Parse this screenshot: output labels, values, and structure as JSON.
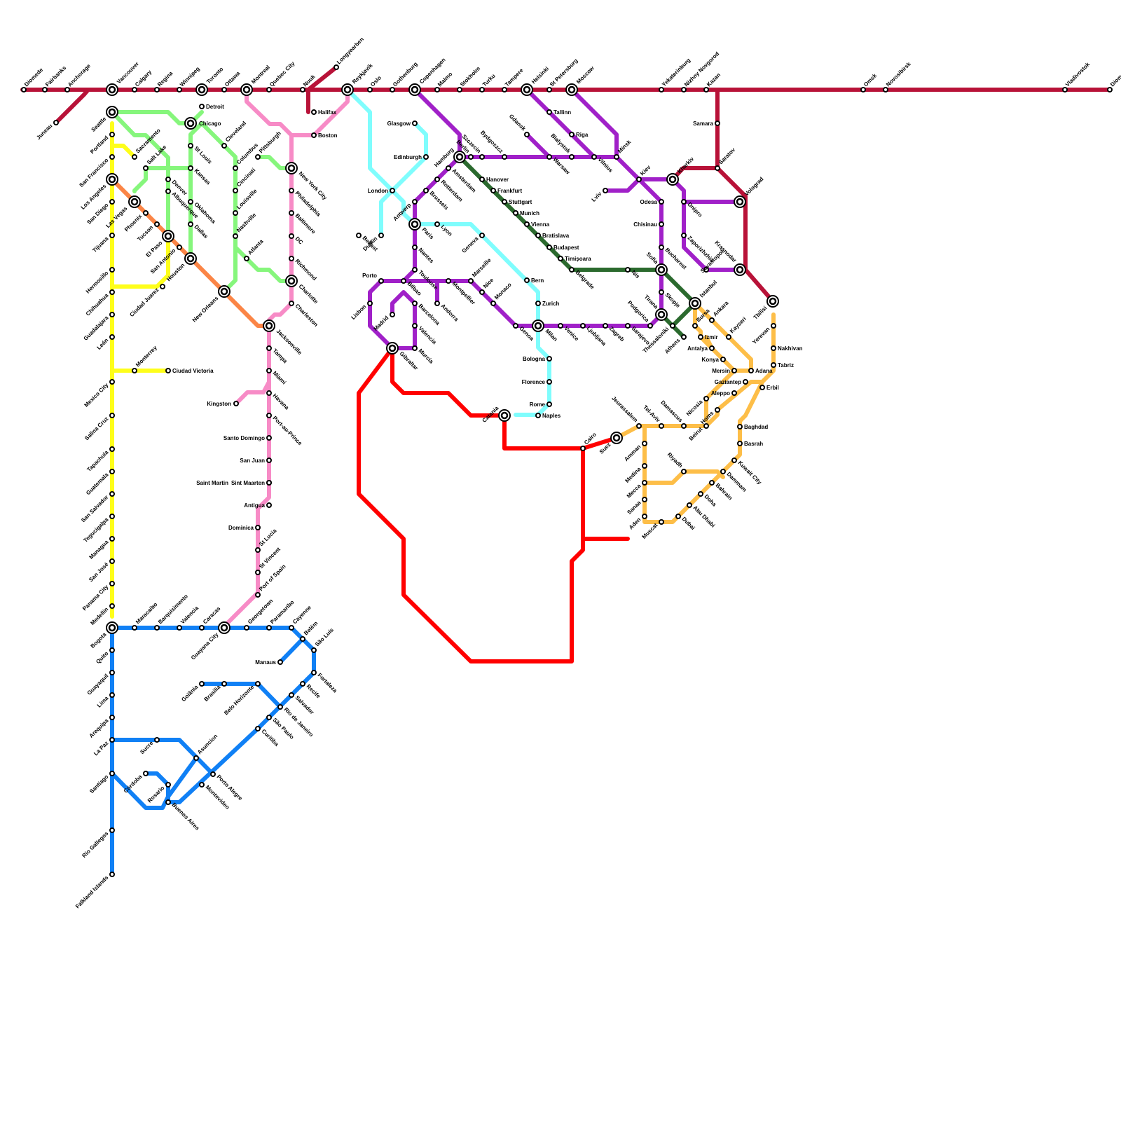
{
  "colors": {
    "crimson": "#b81238",
    "pink": "#f78bc6",
    "cyan": "#7ffdfd",
    "purple": "#a020c8",
    "darkgreen": "#2b6a2e",
    "lightgreen": "#86f67c",
    "yellow": "#fefe1a",
    "orange": "#fb8546",
    "blue": "#1080f5",
    "red": "#ff0000",
    "amber": "#fdbe48"
  },
  "stations": {
    "diomede": "Diomede",
    "fairbanks": "Fairbanks",
    "anchorage": "Anchorage",
    "juneau": "Juneau",
    "vancouver": "Vancouver",
    "calgary": "Calgary",
    "regina": "Regina",
    "winnipeg": "Winnipeg",
    "toronto": "Toronto",
    "ottawa": "Ottawa",
    "montreal": "Montreal",
    "quebec": "Quebec City",
    "nuuk": "Nuuk",
    "longyearben": "Longyearben",
    "reykjavik": "Reykjavik",
    "halifax": "Halifax",
    "oslo": "Oslo",
    "gothenburg": "Gothenburg",
    "copenhagen": "Copenhagen",
    "malmo": "Malmo",
    "stokholm": "Stokholm",
    "turku": "Turku",
    "tampere": "Tampere",
    "helsinki": "Helsinki",
    "stpetersburg": "St Petersburg",
    "moscow": "Moscow",
    "yekaterinburg": "Yekaterinburg",
    "nizhny": "Nizhny Novgorod",
    "kazan": "Kazan",
    "omsk": "Omsk",
    "novosibirsk": "Novosibirsk",
    "vladivostok": "Vladivostok",
    "diomede_east": "Diomede",
    "seattle": "Seattle",
    "portland": "Portland",
    "sanfrancisco": "San Francisco",
    "losangeles": "Los Angeles",
    "sandiego": "San Diego",
    "tijuana": "Tijuana",
    "hermosillo": "Hermosillo",
    "chihuahua": "Chihuahua",
    "guadalajara": "Guadalajara",
    "leon": "León",
    "mexicocity": "Mexico City",
    "salinacruz": "Salina Cruz",
    "tapachula": "Tapachula",
    "guatemala": "Guatemala",
    "sansalvador": "San Salvador",
    "tegucigalpa": "Tegucigalpa",
    "managua": "Managua",
    "sanjose": "San José",
    "panamacity": "Panama City",
    "medellin": "Medellin",
    "bogota": "Bogota",
    "sacramento": "Sacramento",
    "saltlake": "Salt Lake",
    "lasvegas": "Las Vegas",
    "phoenix": "Phoenix",
    "tucson": "Tucson",
    "elpaso": "El Paso",
    "sanantonio": "San Antonio",
    "houston": "Houston",
    "neworleans": "New Orleans",
    "ciudadjuarez": "Ciudad Juarez",
    "monterrey": "Monterrey",
    "ciudadvictoria": "Ciudad Victoria",
    "denver": "Denver",
    "albuquerque": "Albuquerque",
    "chicago": "Chicago",
    "detroit": "Detroit",
    "stlouis": "St Louis",
    "kansas": "Kansas",
    "oklahoma": "Oklahoma",
    "dallas": "Dallas",
    "cleveland": "Cleveland",
    "columbus": "Columbus",
    "pittsburgh": "Pittsburgh",
    "cincinati": "Cincinati",
    "louisville": "Louisville",
    "nashville": "Nashville",
    "atlanta": "Atlanta",
    "charlotte": "Charlotte",
    "richmond": "Richmond",
    "dc": "DC",
    "baltimore": "Baltimore",
    "philadelphia": "Philadelphia",
    "newyork": "New York City",
    "boston": "Boston",
    "charleston": "Charleston",
    "jacksonville": "Jacksonville",
    "tampa": "Tampa",
    "miami": "Miami",
    "havana": "Havana",
    "kingston": "Kingston",
    "portauprince": "Port-au-Prince",
    "santodomingo": "Santo Domingo",
    "sanjuan": "San Juan",
    "saintmartin": "Saint Martin",
    "sintmaarten": "Sint Maarten",
    "antigua": "Antigua",
    "dominica": "Dominica",
    "stlucia": "St Lucia",
    "stvincent": "St Vincent",
    "portofspain": "Port of Spain",
    "maracaibo": "Maracaibo",
    "barquisimento": "Barquisimento",
    "valencia_ve": "Valencia",
    "caracas": "Caracas",
    "guayanacity": "Guayana City",
    "georgetown": "Georgetown",
    "paramaribo": "Paramaribo",
    "cayenne": "Cayenne",
    "belem": "Belém",
    "saoluis": "São Luís",
    "fortaleza": "Fortaleza",
    "manaus": "Manaus",
    "recife": "Recife",
    "salvador": "Salvador",
    "riodejaneiro": "Rio de Janeiro",
    "saopaulo": "São Paulo",
    "curitiba": "Curitiba",
    "portoalegre": "Porto Alegre",
    "montevideo": "Montevideo",
    "buenosaires": "Buenos Aires",
    "rosario": "Rosario",
    "cordoba": "Córdoba",
    "asuncion": "Asuncion",
    "sucre": "Sucre",
    "lapaz": "La Paz",
    "santiago": "Santiago",
    "riogallegos": "Rio Gallegos",
    "falklands": "Falkland Islands",
    "quito": "Quito",
    "guayaquil": "Guayaquil",
    "lima": "Lima",
    "arequipa": "Arequipa",
    "goiania": "Goiânia",
    "brasilia": "Brasilia",
    "belohorizonte": "Belo Horizonte",
    "glasgow": "Glasgow",
    "edinburgh": "Edinburgh",
    "london": "London",
    "dublin": "Dublin",
    "belfast": "Belfast",
    "antwerp": "Antwerp",
    "paris": "Paris",
    "lyon": "Lyon",
    "geneva": "Geneva",
    "bern": "Bern",
    "zurich": "Zurich",
    "milan": "Milan",
    "bologna": "Bologna",
    "florence": "Florence",
    "rome": "Rome",
    "naples": "Naples",
    "catania": "Catania",
    "hamburg": "Hamburg",
    "amsterdam": "Amsterdam",
    "rotterdam": "Rotterdam",
    "brussels": "Brussels",
    "nantes": "Nantes",
    "toulouse": "Toulouse",
    "bilbao": "Bilbao",
    "porto": "Porto",
    "lisbon": "Lisbon",
    "madrid": "Madrid",
    "gibraltar": "Gibraltar",
    "murcia": "Murcia",
    "valencia_es": "Valencia",
    "barcelona": "Barcelona",
    "andorra": "Andorra",
    "montpellier": "Montpellier",
    "marseille": "Marseille",
    "nice": "Nice",
    "monaco": "Monaco",
    "genoa": "Genoa",
    "venice": "Venice",
    "ljubljana": "Ljubljana",
    "zagreb": "Zagreb",
    "sarajevo": "Sarajevo",
    "podgorica": "Podgorica",
    "tirana": "Tirana",
    "skopje": "Skopje",
    "sofia": "Sofia",
    "bucharest": "Bucharest",
    "chisinau": "Chisinau",
    "odesa": "Odesa",
    "kiev": "Kiev",
    "lviv": "Lviv",
    "minsk": "Minsk",
    "vilnius": "Vilnius",
    "riga": "Riga",
    "tallinn": "Tallinn",
    "warsaw": "Warsaw",
    "bialystok": "Bialystok",
    "gdansk": "Gdansk",
    "bydgoszcz": "Bydgoszcz",
    "szczecin": "Szczecin",
    "berlin": "Berlin",
    "hanover": "Hanover",
    "frankfurt": "Frankfurt",
    "stuttgart": "Stuttgart",
    "munich": "Munich",
    "vienna": "Vienna",
    "bratislava": "Bratislava",
    "budapest": "Budapest",
    "timisoara": "Timișoara",
    "belgrade": "Belgrade",
    "nis": "Nis",
    "thessaloniki": "Thessaloniki",
    "athens": "Athens",
    "istanbul": "Istanbul",
    "kharkiv": "Kharkiv",
    "dnipro": "Dnipro",
    "zaporizhzhia": "Zaporizhzhia",
    "sevastopol": "Sevastopol",
    "krasnodar": "Krasnodar",
    "volgograd": "Volograd",
    "saratov": "Saratov",
    "samara": "Samara",
    "tbilisi": "Tbilisi",
    "yerevan": "Yerevan",
    "nakhivan": "Nakhivan",
    "tabriz": "Tabriz",
    "erbil": "Erbil",
    "bursa": "Bursa",
    "ankara": "Ankara",
    "izmir": "Izmir",
    "antalya": "Antalya",
    "konya": "Konya",
    "kayseri": "Kayseri",
    "mersin": "Mersin",
    "adana": "Adana",
    "gaziantep": "Gaziantep",
    "aleppo": "Aleppo",
    "nicosia": "Nicosia",
    "homs": "Homs",
    "beirut": "Beirut",
    "damascus": "Damascus",
    "telaviv": "Tel-Aviv",
    "jerusalem": "Jeurassalem",
    "suez": "Suez",
    "cairo": "Cairo",
    "amman": "Amman",
    "medina": "Medina",
    "mecca": "Mecca",
    "sanaa": "Sanaa",
    "aden": "Aden",
    "muscat": "Muscat",
    "dubai": "Dubai",
    "abudhabi": "Abu Dhabi",
    "doha": "Doha",
    "bahrain": "Bahrain",
    "dammam": "Dammam",
    "riyadh": "Riyadh",
    "kuwait": "Kuwait City",
    "basrah": "Basrah",
    "baghdad": "Baghdad"
  }
}
